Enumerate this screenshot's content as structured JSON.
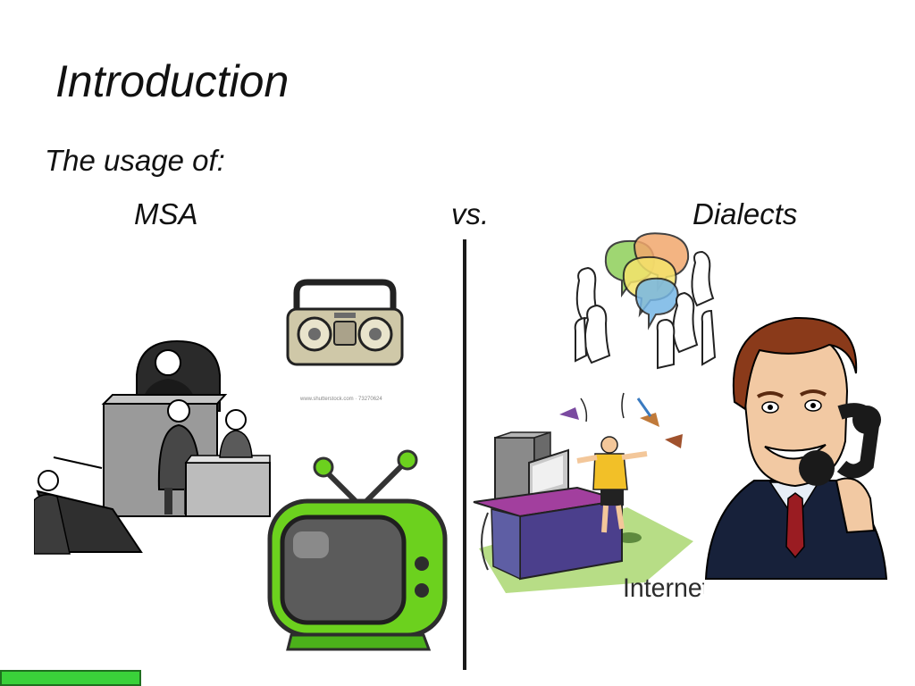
{
  "slide": {
    "title": "Introduction",
    "subtitle": "The usage of:",
    "left_label": "MSA",
    "middle_label": "vs.",
    "right_label": "Dialects"
  },
  "illustrations": {
    "stock_caption": "www.shutterstock.com · 73270624",
    "internet_label": "Internet"
  },
  "colors": {
    "tv_green": "#6cd11e",
    "bottom_bar": "#3ad13a"
  }
}
